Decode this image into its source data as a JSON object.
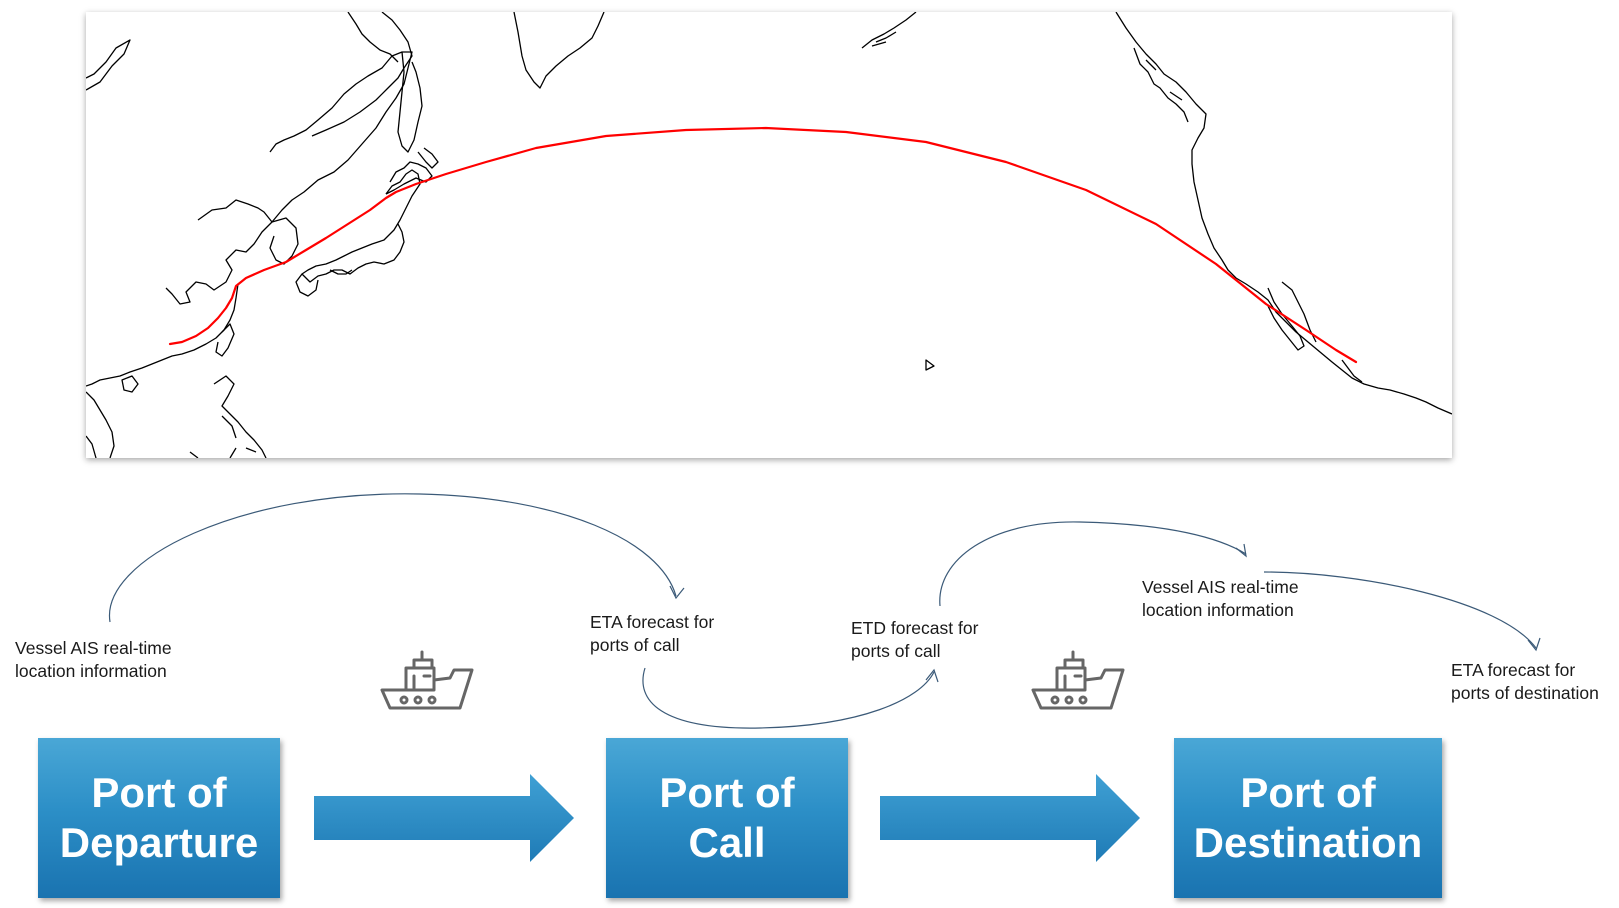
{
  "map": {
    "route_color": "#ff0000",
    "coastline_color": "#000000"
  },
  "annotations": [
    {
      "id": "ais-1",
      "lines": [
        "Vessel AIS real-time",
        "location information"
      ]
    },
    {
      "id": "eta-call",
      "lines": [
        "ETA forecast for",
        "ports of call"
      ]
    },
    {
      "id": "etd-call",
      "lines": [
        "ETD forecast for",
        "ports of call"
      ]
    },
    {
      "id": "ais-2",
      "lines": [
        "Vessel AIS real-time",
        "location information"
      ]
    },
    {
      "id": "eta-dest",
      "lines": [
        "ETA forecast for",
        "ports of destination"
      ]
    }
  ],
  "ports": [
    {
      "id": "departure",
      "lines": [
        "Port of",
        "Departure"
      ]
    },
    {
      "id": "call",
      "lines": [
        "Port of",
        "Call"
      ]
    },
    {
      "id": "destination",
      "lines": [
        "Port of",
        "Destination"
      ]
    }
  ],
  "icons": {
    "ship": "ship-icon",
    "flow_arrow": "right-arrow-icon"
  },
  "colors": {
    "box_top": "#4aa7d6",
    "box_bottom": "#1a73b0",
    "arrow": "#2a8ac4",
    "connector": "#3b5a78"
  }
}
